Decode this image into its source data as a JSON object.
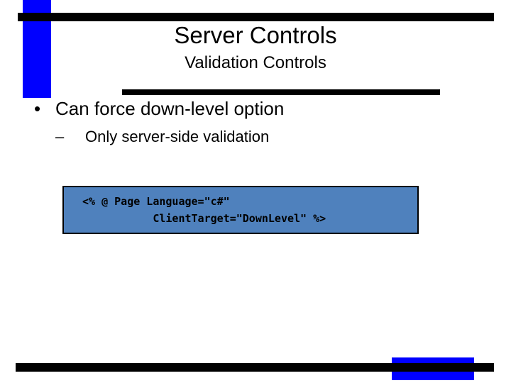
{
  "slide": {
    "title": "Server Controls",
    "subtitle": "Validation Controls",
    "bullets": [
      {
        "marker": "•",
        "text": "Can force down-level option",
        "level": 1
      },
      {
        "marker": "–",
        "text": "Only server-side validation",
        "level": 2
      }
    ],
    "code_block": {
      "line1": "<% @ Page Language=\"c#\"",
      "line2": "           ClientTarget=\"DownLevel\" %>",
      "background_color": "#4F81BD",
      "border_color": "#000000",
      "text_color": "#000000"
    },
    "decoration": {
      "accent_blue": "#0000FF",
      "accent_black": "#000000",
      "background": "#FFFFFF"
    }
  }
}
